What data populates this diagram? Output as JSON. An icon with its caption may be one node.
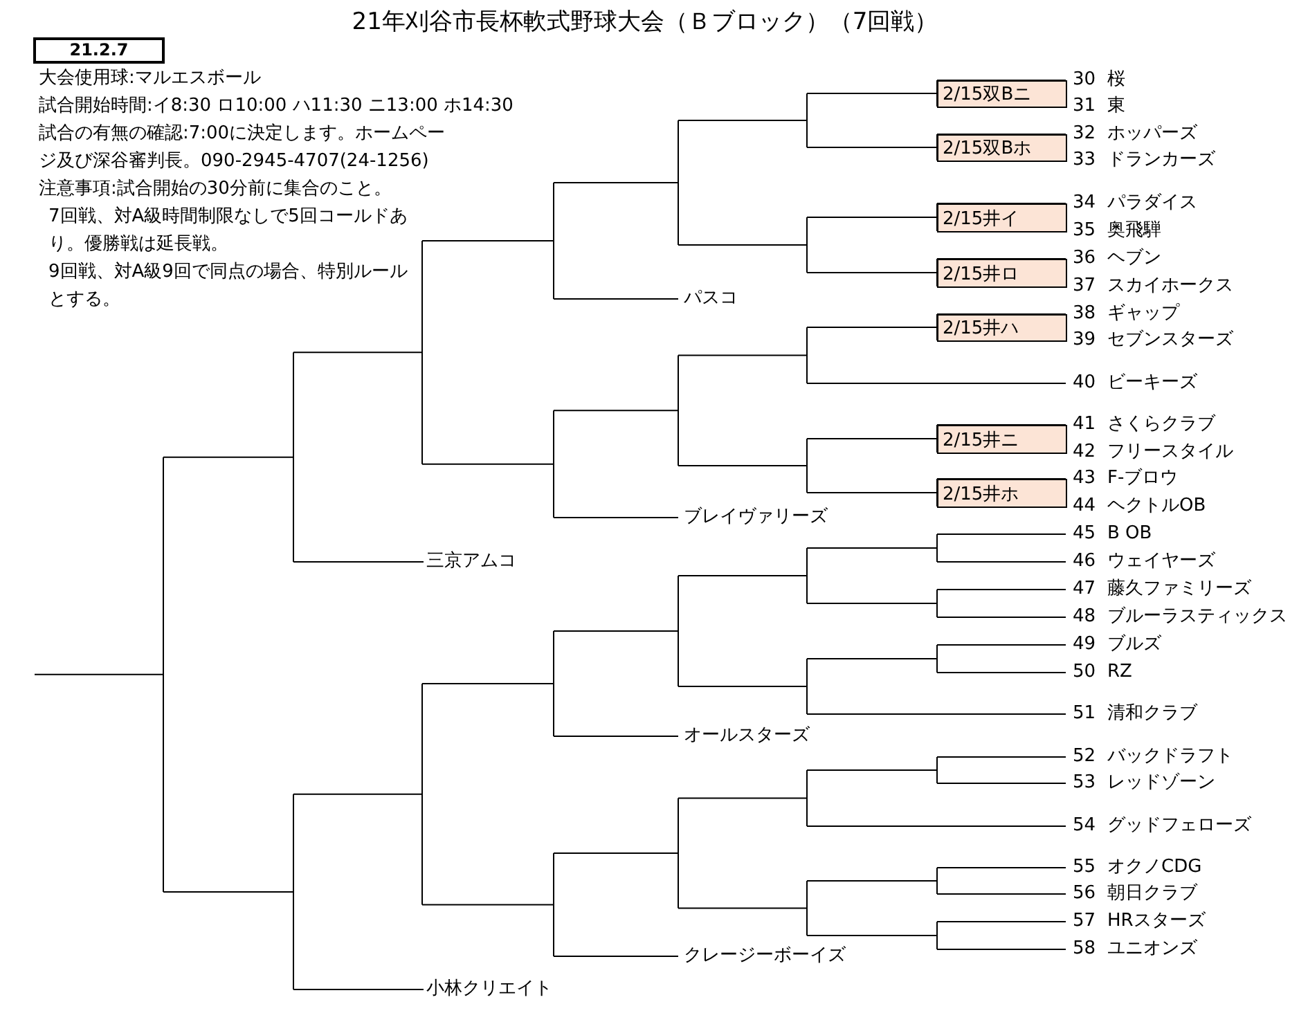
{
  "diagram": {
    "title": "21年刈谷市長杯軟式野球大会（Ｂブロック）（7回戦）",
    "nodes": [
      {
        "text": [
          "21.2.7"
        ]
      },
      {
        "text": [
          "2/15双Bニ"
        ]
      },
      {
        "text": [
          "2/15双Bホ"
        ]
      },
      {
        "text": [
          "2/15井イ"
        ]
      },
      {
        "text": [
          "2/15井ロ"
        ]
      },
      {
        "text": [
          "2/15井ハ"
        ]
      },
      {
        "text": [
          "2/15井ニ"
        ]
      },
      {
        "text": [
          "2/15井ホ"
        ]
      }
    ],
    "labels": [
      "大会使用球:マルエスボール",
      "試合開始時間:イ8:30 ロ10:00 ハ11:30 ニ13:00 ホ14:30",
      "試合の有無の確認:7:00に決定します。ホームページ及び深谷審判長。090-2945-4707(24-1256)",
      "注意事項:試合開始の30分前に集合のこと。",
      "7回戦、対A級時間制限なしで5回コールドあり。優勝戦は延長戦。",
      "9回戦、対A級9回で同点の場合、特別ルールとする。",
      "30",
      "桜",
      "31",
      "東",
      "32",
      "ホッパーズ",
      "33",
      "ドランカーズ",
      "34",
      "パラダイス",
      "35",
      "奥飛騨",
      "36",
      "ヘブン",
      "37",
      "スカイホークス",
      "38",
      "ギャップ",
      "39",
      "セブンスターズ",
      "40",
      "ビーキーズ",
      "41",
      "さくらクラブ",
      "42",
      "フリースタイル",
      "43",
      "F-ブロウ",
      "44",
      "ヘクトルOB",
      "45",
      "B OB",
      "46",
      "ウェイヤーズ",
      "47",
      "藤久ファミリーズ",
      "48",
      "ブルーラスティックス",
      "49",
      "ブルズ",
      "50",
      "RZ",
      "51",
      "清和クラブ",
      "52",
      "バックドラフト",
      "53",
      "レッドゾーン",
      "54",
      "グッドフェローズ",
      "55",
      "オクノCDG",
      "56",
      "朝日クラブ",
      "57",
      "HRスターズ",
      "58",
      "ユニオンズ",
      "パスコ",
      "ブレイヴァリーズ",
      "三京アムコ",
      "オールスターズ",
      "クレージーボーイズ",
      "小林クリエイト"
    ]
  }
}
